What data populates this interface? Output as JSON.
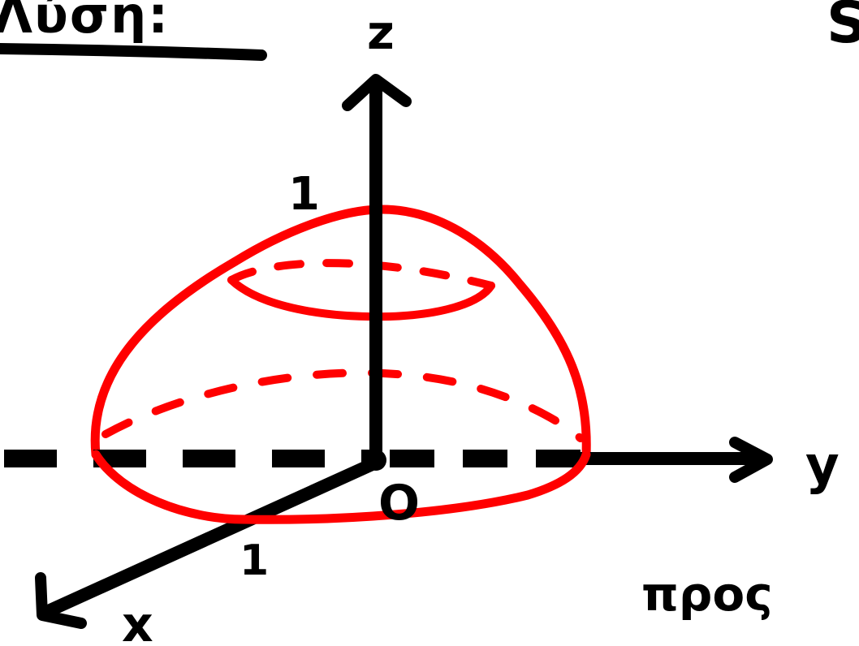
{
  "heading": "Λύση:",
  "corner_mark": "S",
  "axes": {
    "z_label": "z",
    "y_label": "y",
    "x_label": "x",
    "origin_label": "O",
    "z_tick_label": "1",
    "x_tick_label": "1"
  },
  "footer_note": "προς",
  "colors": {
    "ink": "#000000",
    "surface": "#ff0000",
    "background": "#ffffff"
  }
}
